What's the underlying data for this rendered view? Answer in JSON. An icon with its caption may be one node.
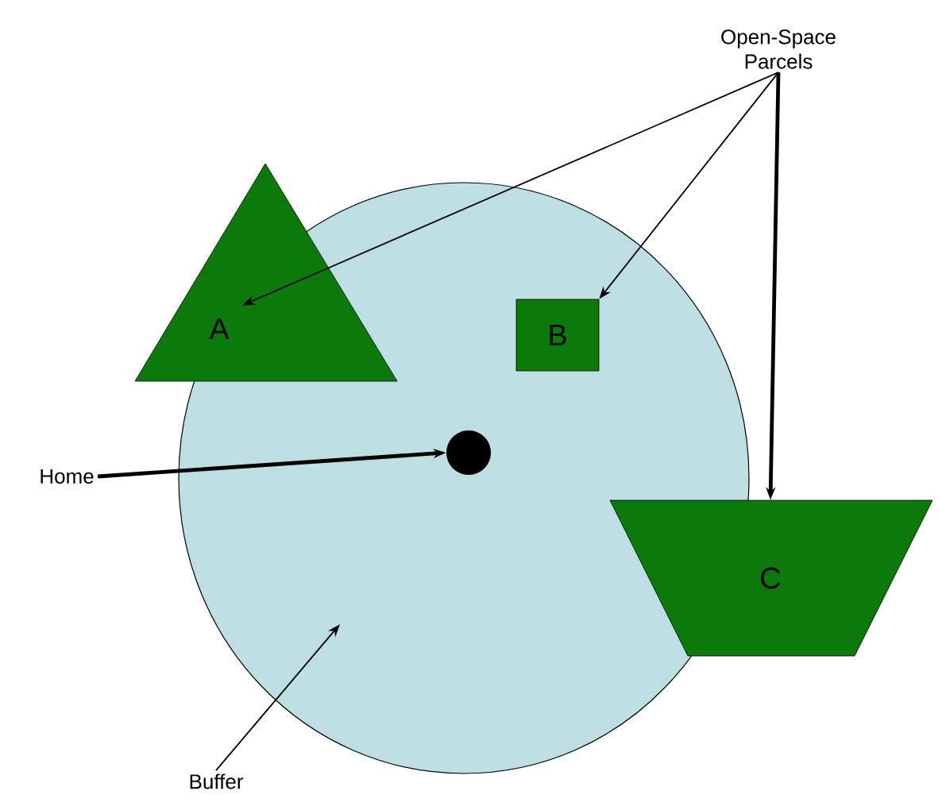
{
  "diagram": {
    "nodes": [
      {
        "text": [
          "Open-Space Parcels"
        ]
      },
      {
        "text": [],
        "shape": "circle"
      },
      {
        "text": [
          "A"
        ]
      },
      {
        "text": [
          "B"
        ],
        "in": 1
      },
      {
        "text": [
          "Home"
        ]
      },
      {
        "text": [],
        "shape": "circle",
        "in": 1
      },
      {
        "text": [
          "C"
        ]
      },
      {
        "text": [
          "Buffer"
        ]
      }
    ],
    "edges": [
      {
        "from": 0,
        "to": 2,
        "arrow": "to"
      },
      {
        "from": 0,
        "to": 3,
        "arrow": "to"
      },
      {
        "from": 0,
        "to": 6,
        "arrow": "to",
        "style": "thick"
      },
      {
        "from": 4,
        "to": 5,
        "arrow": "to",
        "style": "thick"
      },
      {
        "from": 7,
        "to": 1,
        "arrow": "to"
      }
    ]
  }
}
